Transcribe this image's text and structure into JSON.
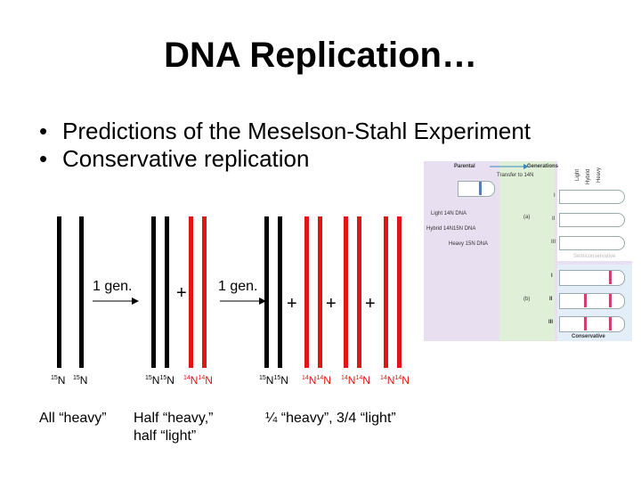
{
  "title": "DNA Replication…",
  "bullets": [
    "Predictions of the Meselson-Stahl Experiment",
    "Conservative replication"
  ],
  "diagram": {
    "gen_label_1": "1 gen.",
    "gen_label_2": "1 gen.",
    "plus": "+",
    "isotope_15": "15",
    "isotope_14": "14",
    "element": "N",
    "caption_1": "All “heavy”",
    "caption_2_line1": "Half “heavy,”",
    "caption_2_line2": "half “light”",
    "caption_3": "¼ “heavy”, 3/4 “light”",
    "colors": {
      "heavy": "#000000",
      "light": "#e01616"
    }
  },
  "figure": {
    "parental": "Parental",
    "generations": "Generations",
    "transfer": "Transfer to 14N",
    "light_dna": "Light 14N DNA",
    "hybrid_dna": "Hybrid 14N15N DNA",
    "heavy_dna": "Heavy 15N DNA",
    "col_light": "Light",
    "col_hybrid": "Hybrid",
    "col_heavy": "Heavy",
    "panel_a": "(a)",
    "panel_b": "(b)",
    "roman": [
      "I",
      "II",
      "III"
    ],
    "semiconservative": "Semiconservative",
    "conservative": "Conservative"
  }
}
